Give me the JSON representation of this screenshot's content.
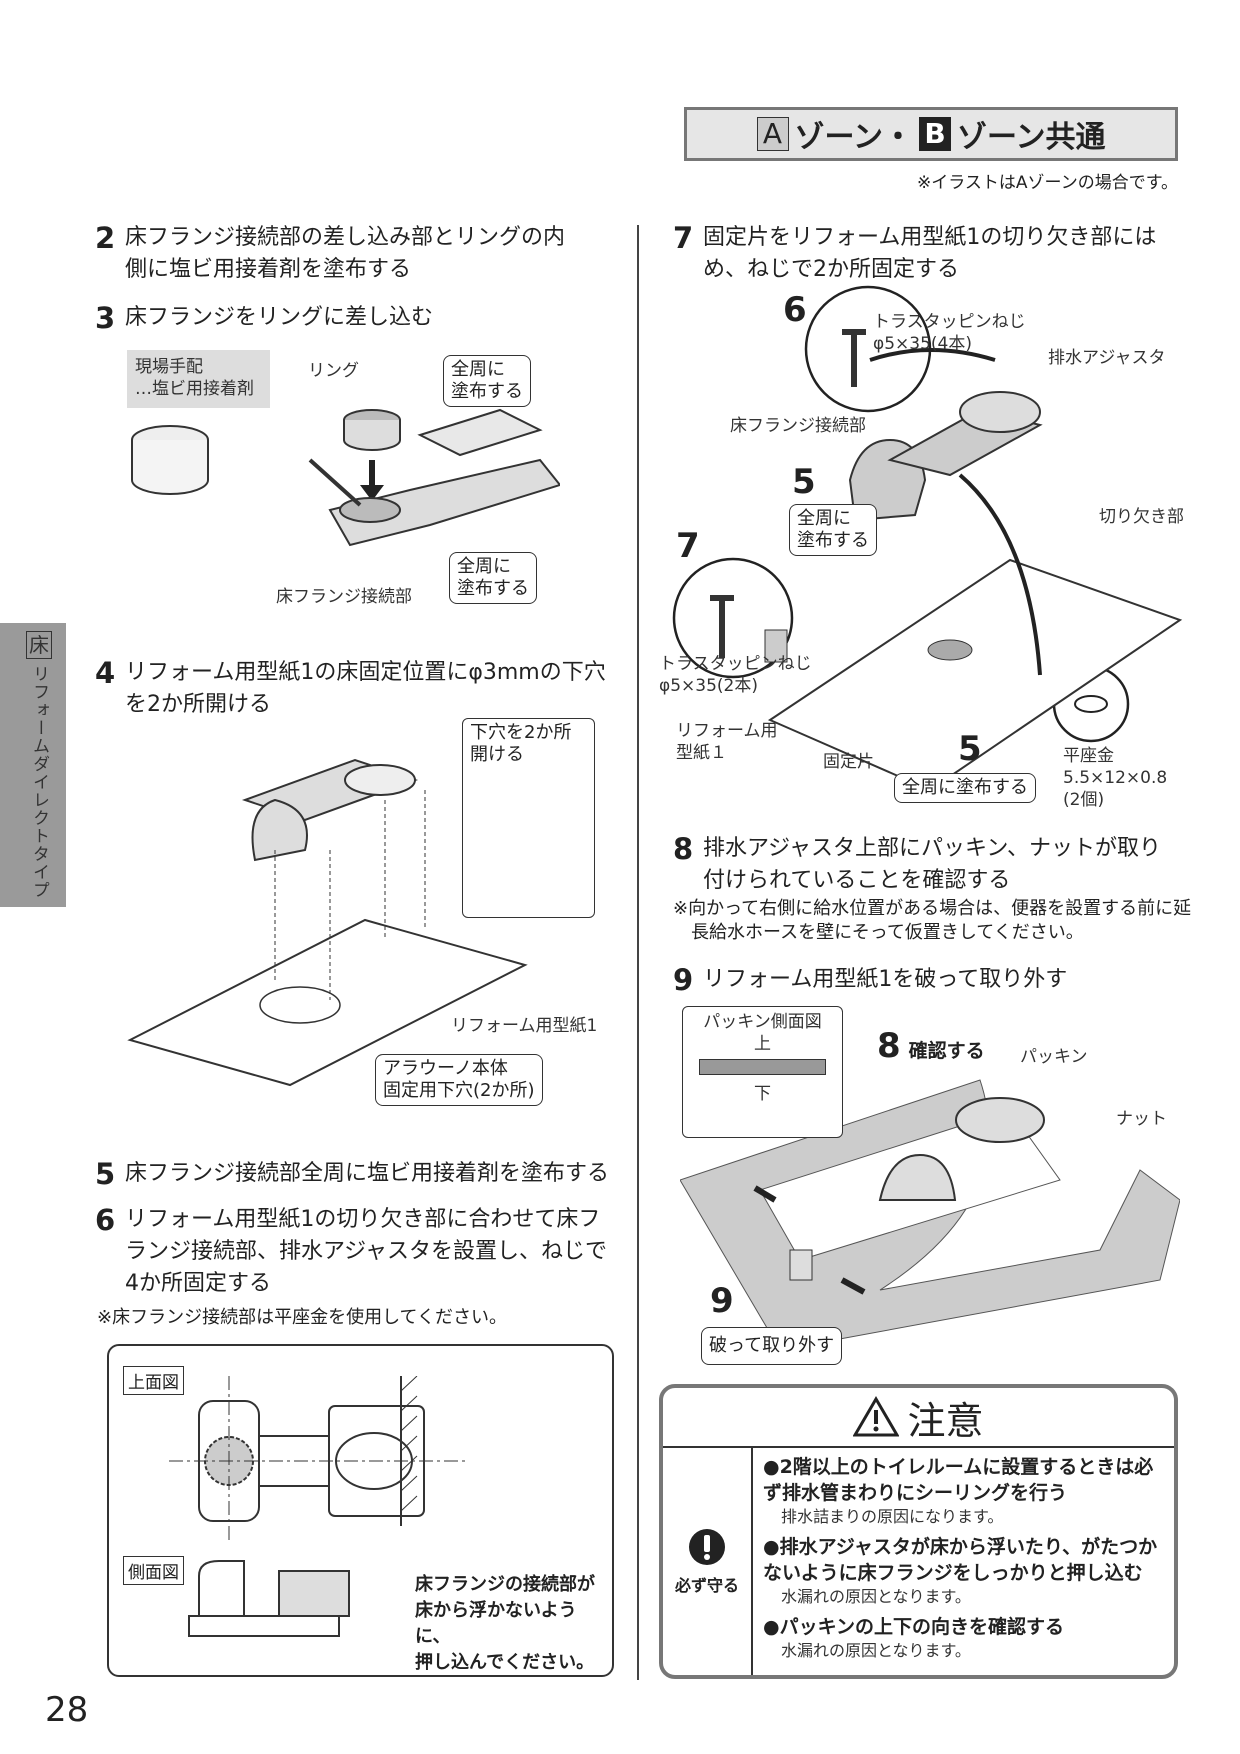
{
  "header": {
    "zone_a": "A",
    "zone_a_text": "ゾーン・",
    "zone_b": "B",
    "zone_b_text": "ゾーン共通",
    "note": "※イラストはAゾーンの場合です。"
  },
  "side_tab": {
    "badge": "床",
    "label": "リフォームダイレクトタイプ"
  },
  "left": {
    "step2": {
      "num": "2",
      "text": "床フランジ接続部の差し込み部とリングの内側に塩ビ用接着剤を塗布する"
    },
    "step3": {
      "num": "3",
      "text": "床フランジをリングに差し込む",
      "supply_box": [
        "現場手配",
        "…塩ビ用接着剤"
      ],
      "ring": "リング",
      "callout1": [
        "全周に",
        "塗布する"
      ],
      "callout2": [
        "全周に",
        "塗布する"
      ],
      "flange": "床フランジ接続部"
    },
    "step4": {
      "num": "4",
      "text": "リフォーム用型紙1の床固定位置にφ3mmの下穴を2か所開ける",
      "drill_callout": [
        "下穴を2か所",
        "開ける"
      ],
      "template": "リフォーム用型紙1",
      "holes_callout": [
        "アラウーノ本体",
        "固定用下穴(2か所)"
      ]
    },
    "step5": {
      "num": "5",
      "text": "床フランジ接続部全周に塩ビ用接着剤を塗布する"
    },
    "step6": {
      "num": "6",
      "text": "リフォーム用型紙1の切り欠き部に合わせて床フランジ接続部、排水アジャスタを設置し、ねじで4か所固定する",
      "note": "※床フランジ接続部は平座金を使用してください。",
      "top_view": "上面図",
      "side_view": "側面図",
      "side_text": [
        "床フランジの接続部が",
        "床から浮かないように、",
        "押し込んでください。"
      ]
    }
  },
  "right": {
    "step7": {
      "num": "7",
      "text": "固定片をリフォーム用型紙1の切り欠き部にはめ、ねじで2か所固定する",
      "n6": "6",
      "screw4": [
        "トラスタッピンねじ",
        "φ5×35(4本)"
      ],
      "adjuster": "排水アジャスタ",
      "flange": "床フランジ接続部",
      "n5a": "5",
      "callout_a": [
        "全周に",
        "塗布する"
      ],
      "notch": "切り欠き部",
      "n7": "7",
      "screw2": [
        "トラスタッピンねじ",
        "φ5×35(2本)"
      ],
      "template": [
        "リフォーム用",
        "型紙１"
      ],
      "piece": "固定片",
      "n5b": "5",
      "callout_b": "全周に塗布する",
      "washer": [
        "平座金",
        "5.5×12×0.8",
        "(2個)"
      ]
    },
    "step8": {
      "num": "8",
      "text": "排水アジャスタ上部にパッキン、ナットが取り付けられていることを確認する",
      "note": "※向かって右側に給水位置がある場合は、便器を設置する前に延長給水ホースを壁にそって仮置きしてください。"
    },
    "step9": {
      "num": "9",
      "text": "リフォーム用型紙1を破って取り外す",
      "packing_view": "パッキン側面図",
      "up": "上",
      "down": "下",
      "n8": "8",
      "confirm": "確認する",
      "packing": "パッキン",
      "nut": "ナット",
      "n9": "9",
      "callout": "破って取り外す"
    },
    "caution": {
      "title": "注意",
      "must": "必ず守る",
      "items": [
        {
          "main": "●2階以上のトイレルームに設置するときは必ず排水管まわりにシーリングを行う",
          "sub": "排水詰まりの原因になります。"
        },
        {
          "main": "●排水アジャスタが床から浮いたり、がたつかないように床フランジをしっかりと押し込む",
          "sub": "水漏れの原因となります。"
        },
        {
          "main": "●パッキンの上下の向きを確認する",
          "sub": "水漏れの原因となります。"
        }
      ]
    }
  },
  "page_number": "28"
}
